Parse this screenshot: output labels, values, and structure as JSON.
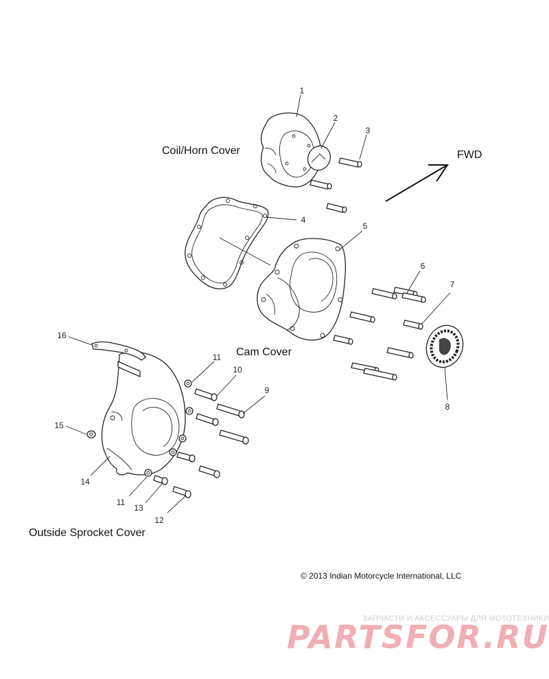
{
  "labels": {
    "coil_horn_cover": "Coil/Horn Cover",
    "fwd": "FWD",
    "cam_cover": "Cam Cover",
    "outside_sprocket_cover": "Outside Sprocket Cover"
  },
  "callouts": [
    "1",
    "2",
    "3",
    "4",
    "5",
    "6",
    "7",
    "8",
    "9",
    "10",
    "11",
    "11",
    "12",
    "13",
    "14",
    "15",
    "16"
  ],
  "copyright": "© 2013 Indian Motorcycle International, LLC",
  "watermark": {
    "tagline": "ЗАПЧАСТИ И АКСЕССУАРЫ ДЛЯ МОТОТЕХНИКИ",
    "brand": "PARTSFOR.RU"
  }
}
